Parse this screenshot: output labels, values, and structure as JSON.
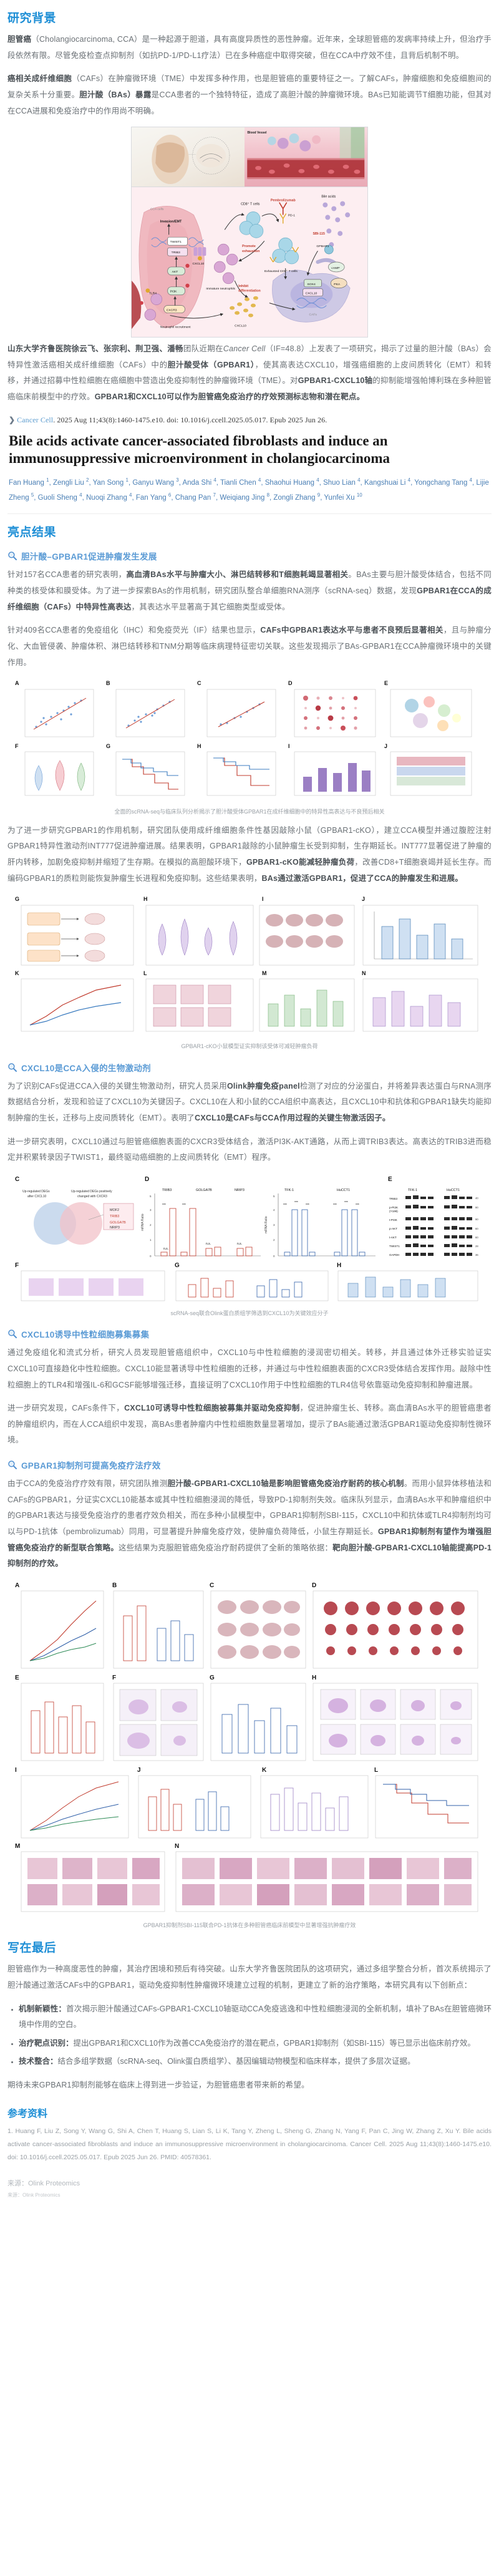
{
  "meta": {
    "doc_type": "science-article-summary"
  },
  "sections": {
    "background": {
      "title": "研究背景",
      "paragraphs": [
        {
          "runs": [
            {
              "t": "胆管癌",
              "b": true
            },
            {
              "t": "（Cholangiocarcinoma, CCA）是一种起源于胆道，具有高度异质性的恶性肿瘤。近年来，全球胆管癌的发病率持续上升，但治疗手段依然有限。尽管免疫检查点抑制剂（如抗PD-1/PD-L1疗法）已在多种癌症中取得突破，但在CCA中疗效不佳，且背后机制不明。",
              "b": false
            }
          ]
        },
        {
          "runs": [
            {
              "t": "癌相关成纤维细胞",
              "b": true
            },
            {
              "t": "（CAFs）在肿瘤微环境（TME）中发挥多种作用，也是胆管癌的重要特征之一。了解CAFs，肿瘤细胞和免疫细胞间的复杂关系十分重要。",
              "b": false
            },
            {
              "t": "胆汁酸（BAs）暴露",
              "b": true
            },
            {
              "t": "是CCA患者的一个独特特征，造成了高胆汁酸的肿瘤微环境。BAs已知能调节T细胞功能，但其对在CCA进展和免疫治疗中的作用尚不明确。",
              "b": false
            }
          ]
        }
      ]
    },
    "graphical_abstract": {
      "labels": {
        "blood_vessel": "Blood Vessel",
        "cca_cells": "CCA cells",
        "invasion_emt": "Invasion/EMT",
        "twist1": "TWIST1",
        "trib3": "TRIB3",
        "akt": "AKT",
        "pi3k": "PI3K",
        "cxcr3": "CXCR3",
        "cxcl10_a": "CXCL10",
        "cxcl10_b": "CXCL10",
        "cxcl10_c": "CXCL10",
        "tlr4": "TLR4",
        "cd8_t_cells": "CD8+ T cells",
        "pembrolizumab": "Pembrolizumab",
        "pd1": "PD-1",
        "promote_exhaustion": "Promote exhaustion",
        "exhausted_cd8": "Exhausted CD8+ T cells",
        "immature_neutrophils": "Immature neutrophils",
        "inhibit_differentiation": "Inhibit differentiation",
        "neutrophil_recruitment": "Neutrophil recruitment",
        "bile_acids": "Bile acids",
        "gpbar1": "GPBAR1",
        "sbi115": "SBI-115",
        "camp": "cAMP",
        "pka": "PKA",
        "sox4": "SOX4",
        "cafs": "CAFs"
      }
    },
    "summary": {
      "paragraphs": [
        {
          "runs": [
            {
              "t": "山东大学齐鲁医院徐云飞、张宗利、荆卫强、潘畅",
              "b": true
            },
            {
              "t": "团队近期在",
              "b": false
            },
            {
              "t": "Cancer Cell",
              "b": false,
              "i": true
            },
            {
              "t": "（IF=48.8）上发表了一项研究，揭示了过量的胆汁酸（BAs）会特异性激活癌相关成纤维细胞（CAFs）中的",
              "b": false
            },
            {
              "t": "胆汁酸受体（GPBAR1）",
              "b": true
            },
            {
              "t": "，使其高表达CXCL10，增强癌细胞的上皮间质转化（EMT）和转移，并通过招募中性粒细胞在癌细胞中营造出免疫抑制性的肿瘤微环境（TME）。对",
              "b": false
            },
            {
              "t": "GPBAR1-CXCL10轴",
              "b": true
            },
            {
              "t": "的抑制能增强帕博利珠在多种胆管癌临床前模型中的疗效。",
              "b": false
            },
            {
              "t": "GPBAR1和CXCL10可以作为胆管癌免疫治疗的疗效预测标志物和潜在靶点。",
              "b": true
            }
          ]
        }
      ]
    },
    "citation": {
      "chevron": "❯",
      "journal": "Cancer Cell",
      "rest": ". 2025 Aug 11;43(8):1460-1475.e10. doi: 10.1016/j.ccell.2025.05.017. Epub 2025 Jun 26.",
      "paper_title": "Bile acids activate cancer-associated fibroblasts and induce an immunosuppressive microenvironment in cholangiocarcinoma",
      "authors": [
        {
          "name": "Fan Huang",
          "sup": "1"
        },
        {
          "name": "Zengli Liu",
          "sup": "2"
        },
        {
          "name": "Yan Song",
          "sup": "1"
        },
        {
          "name": "Ganyu Wang",
          "sup": "3"
        },
        {
          "name": "Anda Shi",
          "sup": "4"
        },
        {
          "name": "Tianli Chen",
          "sup": "4"
        },
        {
          "name": "Shaohui Huang",
          "sup": "4"
        },
        {
          "name": "Shuo Lian",
          "sup": "4"
        },
        {
          "name": "Kangshuai Li",
          "sup": "4"
        },
        {
          "name": "Yongchang Tang",
          "sup": "4"
        },
        {
          "name": "Lijie Zheng",
          "sup": "5"
        },
        {
          "name": "Guoli Sheng",
          "sup": "4"
        },
        {
          "name": "Nuoqi Zhang",
          "sup": "4"
        },
        {
          "name": "Fan Yang",
          "sup": "6"
        },
        {
          "name": "Chang Pan",
          "sup": "7"
        },
        {
          "name": "Weiqiang Jing",
          "sup": "8"
        },
        {
          "name": "Zongli Zhang",
          "sup": "9"
        },
        {
          "name": "Yunfei Xu",
          "sup": "10"
        }
      ]
    },
    "highlights": {
      "title": "亮点结果",
      "blocks": [
        {
          "heading": "胆汁酸–GPBAR1促进肿瘤发生发展",
          "paragraphs": [
            {
              "runs": [
                {
                  "t": "针对157名CCA患者的研究表明，",
                  "b": false
                },
                {
                  "t": "高血清BAs水平与肿瘤大小、淋巴结转移和T细胞耗竭显著相关",
                  "b": true
                },
                {
                  "t": "。BAs主要与胆汁酸受体结合，包括不同种类的核受体和膜受体。为了进一步探索BAs的作用机制，研究团队整合单细胞RNA测序（scRNA-seq）数据，发现",
                  "b": false
                },
                {
                  "t": "GPBAR1在CCA的成纤维细胞（CAFs）中特异性高表达",
                  "b": true
                },
                {
                  "t": "，其表达水平显著高于其它细胞类型或受体。",
                  "b": false
                }
              ]
            },
            {
              "runs": [
                {
                  "t": "针对409名CCA患者的免疫组化（IHC）和免疫荧光（IF）结果也显示，",
                  "b": false
                },
                {
                  "t": "CAFs中GPBAR1表达水平与患者不良预后显著相关",
                  "b": true
                },
                {
                  "t": "，且与肿瘤分化、大血管侵袭、肿瘤体积、淋巴结转移和TNM分期等临床病理特征密切关联。这些发现揭示了BAs-GPBAR1在CCA肿瘤微环境中的关键作用。",
                  "b": false
                }
              ]
            }
          ],
          "figure_caption": "全面的scRNA-seq与临床队列分析揭示了胆汁酸受体GPBAR1在成纤维细胞中的特异性高表达与不良预后相关",
          "paragraphs_after": [
            {
              "runs": [
                {
                  "t": "为了进一步研究GPBAR1的作用机制，研究团队使用成纤维细胞条件性基因敲除小鼠（GPBAR1-cKO），建立CCA模型并通过腹腔注射GPBAR1特异性激动剂INT777促进肿瘤进展。结果表明，GPBAR1敲除的小鼠肿瘤生长受到抑制，生存期延长。INT777显著促进了肿瘤的肝内转移，加剧免疫抑制并缩短了生存期。在模拟的高胆酸环境下，",
                  "b": false
                },
                {
                  "t": "GPBAR1-cKO能减轻肿瘤负荷",
                  "b": true
                },
                {
                  "t": "，改善CD8+T细胞衰竭并延长生存。而编码GPBAR1的质粒则能恢复肿瘤生长进程和免疫抑制。这些结果表明，",
                  "b": false
                },
                {
                  "t": "BAs通过激活GPBAR1，促进了CCA的肿瘤发生和进展。",
                  "b": true
                }
              ]
            }
          ],
          "figure_caption2": "GPBAR1-cKO小鼠模型证实抑制该受体可减轻肿瘤负荷"
        },
        {
          "heading": "CXCL10是CCA入侵的生物激动剂",
          "paragraphs": [
            {
              "runs": [
                {
                  "t": "为了识别CAFs促进CCA入侵的关键生物激动剂，研究人员采用",
                  "b": false
                },
                {
                  "t": "Olink肿瘤免疫panel",
                  "b": true
                },
                {
                  "t": "检测了对应的分泌蛋白，并将差异表达蛋白与RNA测序数据结合分析，发现和验证了CXCL10为关键因子。CXCL10在人和小鼠的CCA组织中高表达，且CXCL10中和抗体和GPBAR1缺失均能抑制肿瘤的生长，迁移与上皮间质转化（EMT）。表明了",
                  "b": false
                },
                {
                  "t": "CXCL10是CAFs与CCA作用过程的关键生物激活因子。",
                  "b": true
                }
              ]
            },
            {
              "runs": [
                {
                  "t": "进一步研究表明，CXCL10通过与胆管癌细胞表面的CXCR3受体结合，激活PI3K-AKT通路，从而上调TRIB3表达。高表达的TRIB3进而稳定并积累转录因子TWIST1，最终驱动癌细胞的上皮间质转化（EMT）程序。",
                  "b": false
                }
              ]
            }
          ],
          "figure_caption": "scRNA-seq联合Olink蛋白质组学筛选到CXCL10为关键效应分子"
        },
        {
          "heading": "CXCL10诱导中性粒细胞募集募集",
          "paragraphs": [
            {
              "runs": [
                {
                  "t": "通过免疫组化和流式分析，研究人员发现胆管癌组织中，CXCL10与中性粒细胞的浸润密切相关。转移，并且通过体外迁移实验证实CXCL10可直接趋化中性粒细胞。CXCL10能显著诱导中性粒细胞的迁移，并通过与中性粒细胞表面的CXCR3受体结合发挥作用。敲除中性粒细胞上的TLR4和增强IL-6和GCSF能够增强迁移，直接证明了CXCL10作用于中性粒细胞的TLR4信号依靠驱动免疫抑制和肿瘤进展。",
                  "b": false
                }
              ]
            },
            {
              "runs": [
                {
                  "t": "进一步研究发现，CAFs条件下，",
                  "b": false
                },
                {
                  "t": "CXCL10可诱导中性粒细胞被募集并驱动免疫抑制",
                  "b": true
                },
                {
                  "t": "，促进肿瘤生长、转移。高血清BAs水平的胆管癌患者的肿瘤组织内，而在人CCA组织中发现，高BAs患者肿瘤内中性粒细胞数量显著增加，提示了BAs能通过激活GPBAR1驱动免疫抑制性微环境。",
                  "b": false
                }
              ]
            }
          ],
          "figure_caption": "CXCL10诱导未成熟中性粒细胞在肿瘤微环境中聚集并抑制CD8+T细胞功能"
        },
        {
          "heading": "GPBAR1抑制剂可提高免疫疗法疗效",
          "paragraphs": [
            {
              "runs": [
                {
                  "t": "由于CCA的免疫治疗疗效有限，研究团队推测",
                  "b": false
                },
                {
                  "t": "胆汁酸-GPBAR1-CXCL10轴是影响胆管癌免疫治疗耐药的核心机制",
                  "b": true
                },
                {
                  "t": "。而用小鼠异体移植法和CAFs的GPBAR1，分证实CXCL10能基本或其中性粒细胞浸润的降低，导致PD-1抑制剂失效。临床队列显示，血清BAs水平和肿瘤组织中的GPBAR1表达与接受免疫治疗的患者疗效负相关，而在多种小鼠模型中，GPBAR1抑制剂SBI-115，CXCL10中和抗体或TLR4抑制剂均可以与PD-1抗体（pembrolizumab）同用，可显著提升肿瘤免疫疗效，使肿瘤负荷降低，小鼠生存期延长。",
                  "b": false
                },
                {
                  "t": "GPBAR1抑制剂有望作为增强胆管癌免疫治疗的新型联合策略。",
                  "b": true
                },
                {
                  "t": "这些结果为克服胆管癌免疫治疗耐药提供了全新的策略依据：",
                  "b": false
                },
                {
                  "t": "靶向胆汁酸-GPBAR1-CXCL10轴能提高PD-1抑制剂的疗效。",
                  "b": true
                }
              ]
            }
          ],
          "figure_caption": "GPBAR1抑制剂SBI-115联合PD-1抗体在多种胆管癌临床前模型中显著增强抗肿瘤疗效"
        }
      ]
    },
    "conclusion": {
      "title": "写在最后",
      "intro": {
        "runs": [
          {
            "t": "胆管癌作为一种高度恶性的肿瘤，其治疗困境和预后有待突破。山东大学齐鲁医院团队的这项研究，通过多组学整合分析，首次系统揭示了胆汁酸通过激活CAFs中的GPBAR1，驱动免疫抑制性肿瘤微环境建立过程的机制，更建立了新的治疗策略，本研究具有以下创新点：",
            "b": false
          }
        ]
      },
      "bullets": [
        {
          "label": "机制新颖性：",
          "text": "首次揭示胆汁酸通过CAFs-GPBAR1-CXCL10轴驱动CCA免疫逃逸和中性粒细胞浸润的全新机制，填补了BAs在胆管癌微环境中作用的空白。"
        },
        {
          "label": "治疗靶点识别：",
          "text": "提出GPBAR1和CXCL10作为改善CCA免疫治疗的潜在靶点，GPBAR1抑制剂（如SBI-115）等已显示出临床前疗效。"
        },
        {
          "label": "技术整合：",
          "text": "结合多组学数据（scRNA-seq、Olink蛋白质组学）、基因编辑动物模型和临床样本，提供了多层次证据。"
        }
      ],
      "outro": "期待未来GPBAR1抑制剂能够在临床上得到进一步验证，为胆管癌患者带来新的希望。"
    },
    "references": {
      "title": "参考资料",
      "items": [
        "1. Huang F, Liu Z, Song Y, Wang G, Shi A, Chen T, Huang S, Lian S, Li K, Tang Y, Zheng L, Sheng G, Zhang N, Yang F, Pan C, Jing W, Zhang Z, Xu Y. Bile acids activate cancer-associated fibroblasts and induce an immunosuppressive microenvironment in cholangiocarcinoma. Cancer Cell. 2025 Aug 11;43(8):1460-1475.e10. doi: 10.1016/j.ccell.2025.05.017. Epub 2025 Jun 26. PMID: 40578361."
      ],
      "source_label": "来源：Olink Proteomics",
      "footer": "来源：Olink Proteomics"
    }
  },
  "figure_panels": {
    "fig1_letters": [
      "A",
      "B",
      "C",
      "D",
      "E",
      "F",
      "G",
      "H",
      "I",
      "J",
      "K",
      "L",
      "M"
    ],
    "fig2_letters": [
      "G",
      "H",
      "I",
      "J",
      "K",
      "L",
      "M",
      "N"
    ],
    "fig3_letters": [
      "C",
      "D",
      "E",
      "F",
      "G",
      "H"
    ],
    "fig4_letters": [
      "A",
      "B",
      "C",
      "D",
      "E",
      "F",
      "G",
      "H",
      "I",
      "J",
      "K",
      "L",
      "M",
      "N"
    ],
    "fig3_texts": {
      "venn_left": "Up-regulated DEGs after CXCL10",
      "venn_right": "Up-regulated DEGs positively changed with CXCR3",
      "genes": [
        "MOF2",
        "TRIB3",
        "GOLGA7B",
        "NRIP3"
      ],
      "cells": [
        "TFK-1",
        "HuCCT1"
      ],
      "blots": [
        "TRIB3",
        "p-PI3K (Y199)",
        "t-PI3K",
        "p-AKT",
        "t-AKT",
        "TWIST1",
        "GAPDH"
      ],
      "axis_y": "mRNA Ratio",
      "sig": "***",
      "ns": "n.s."
    }
  },
  "colors": {
    "accent_blue": "#1f8fd6",
    "sub_blue": "#5b9bd5",
    "body_gray": "#6a7075",
    "title_black": "#1a1a1a",
    "author_blue": "#4a7fb5",
    "muted": "#9aa0a6"
  }
}
